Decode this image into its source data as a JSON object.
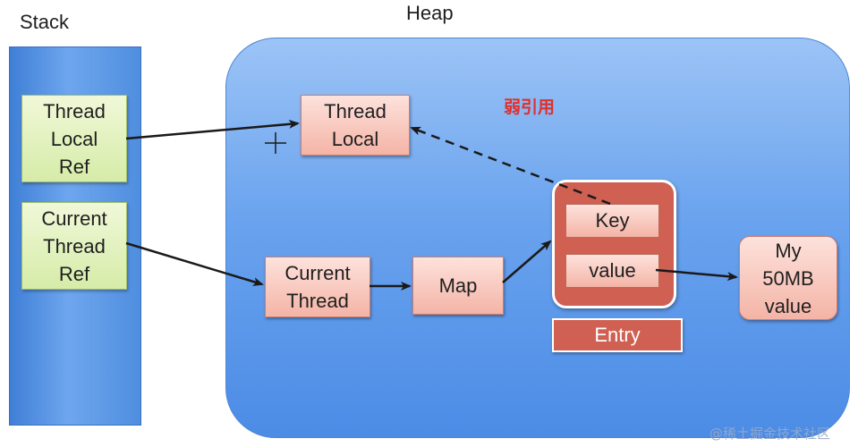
{
  "labels": {
    "stack": "Stack",
    "heap": "Heap",
    "weak_ref": "弱引用"
  },
  "stack_boxes": {
    "thread_local_ref": "Thread\nLocal\nRef",
    "current_thread_ref": "Current\nThread\nRef"
  },
  "heap_boxes": {
    "thread_local": "Thread\nLocal",
    "current_thread": "Current\nThread",
    "map": "Map",
    "key": "Key",
    "value": "value",
    "entry": "Entry",
    "big_value": "My\n50MB\nvalue"
  },
  "watermark": "@稀土掘金技术社区",
  "colors": {
    "stack_blue": "#4f8edf",
    "heap_blue": "#6aa3ee",
    "green_box": "#d6eca8",
    "pink_box": "#f4b4a6",
    "entry_red": "#cf6052",
    "weak_ref_red": "#e0302a"
  }
}
